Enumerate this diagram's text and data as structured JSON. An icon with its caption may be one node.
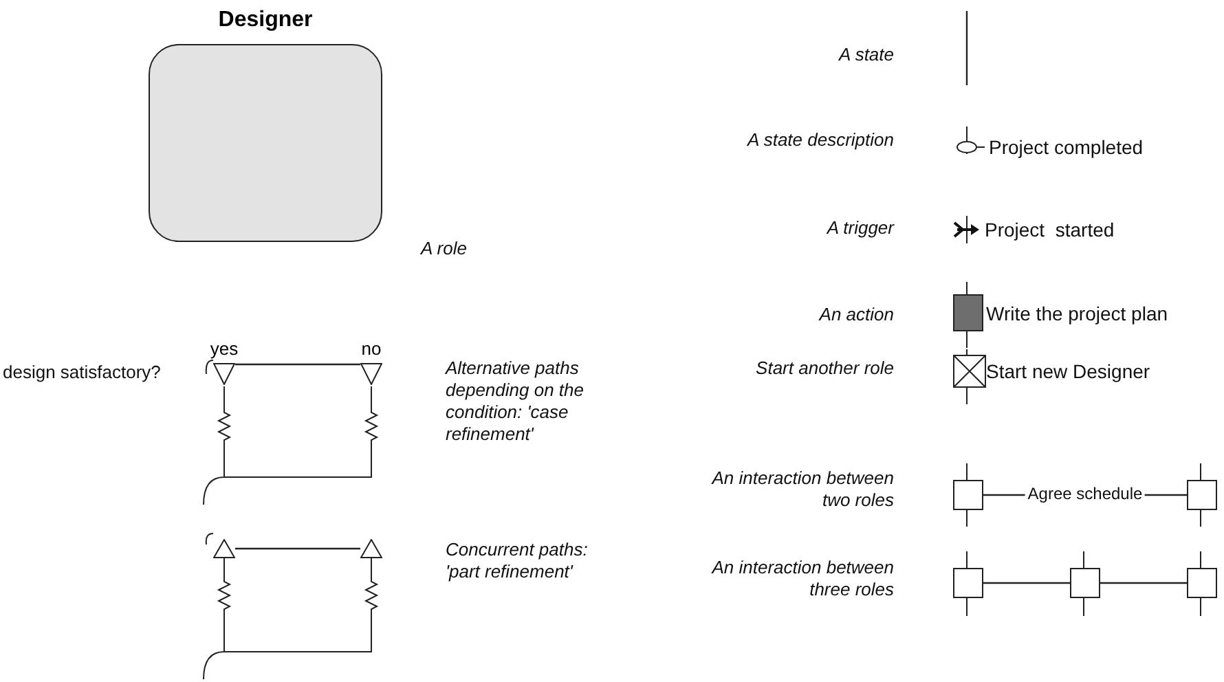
{
  "diagram": {
    "nodes": [
      {
        "text": [
          "Designer"
        ]
      },
      {
        "text": [
          "yes"
        ]
      },
      {
        "text": [
          "no"
        ]
      },
      {
        "text": [],
        "shape": "triangle"
      },
      {
        "text": [],
        "shape": "triangle"
      },
      {
        "text": [],
        "shape": "ellipse",
        "beside": [
          "Project completed"
        ]
      },
      {
        "text": [],
        "shape": "box",
        "beside": [
          "Write the project plan"
        ]
      },
      {
        "text": [],
        "shape": "box",
        "beside": [
          "Start new Designer"
        ]
      },
      {
        "text": [],
        "shape": "box"
      },
      {
        "text": [],
        "shape": "box"
      },
      {
        "text": [],
        "shape": "box"
      },
      {
        "text": [],
        "shape": "box"
      },
      {
        "text": [],
        "shape": "box"
      }
    ],
    "edges": [
      {
        "from": 1,
        "to": 2,
        "arrow": "none"
      },
      {
        "from": 3,
        "to": 4,
        "arrow": "none"
      },
      {
        "from": 8,
        "to": 9,
        "arrow": "none",
        "label": "Agree schedule"
      },
      {
        "from": 10,
        "to": 11,
        "arrow": "none"
      },
      {
        "from": 11,
        "to": 12,
        "arrow": "none"
      }
    ],
    "labels": [
      "A state",
      "A state description",
      "A trigger",
      "Project  started",
      "A role",
      "An action",
      "design satisfactory?",
      "Alternative paths depending on the condition: 'case refinement'",
      "Start another role",
      "An interaction between two roles",
      "Concurrent paths: 'part refinement'",
      "An interaction between three roles"
    ]
  }
}
